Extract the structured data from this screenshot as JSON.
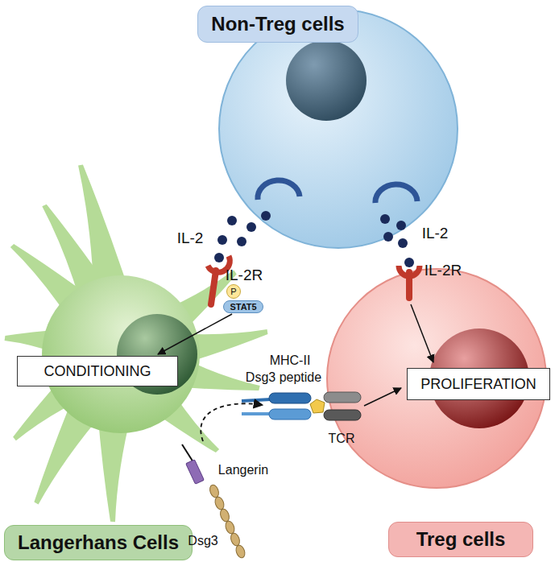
{
  "diagram": {
    "nodes": [
      {
        "text": [
          "Non-Treg cells"
        ]
      },
      {
        "text": [
          "P"
        ]
      },
      {
        "text": [
          "STAT5"
        ]
      },
      {
        "text": [
          "CONDITIONING"
        ]
      },
      {
        "text": [
          "PROLIFERATION"
        ]
      },
      {
        "text": [
          "Langerhans Cells"
        ]
      },
      {
        "text": [
          "Treg cells"
        ]
      }
    ],
    "edges": [
      {
        "from": 2,
        "to": 3,
        "arrow": "to"
      }
    ],
    "labels": [
      "IL-2",
      "IL-2R",
      "IL-2",
      "IL-2R",
      "MHC-II",
      "Dsg3 peptide",
      "TCR",
      "Langerin",
      "Dsg3"
    ]
  }
}
